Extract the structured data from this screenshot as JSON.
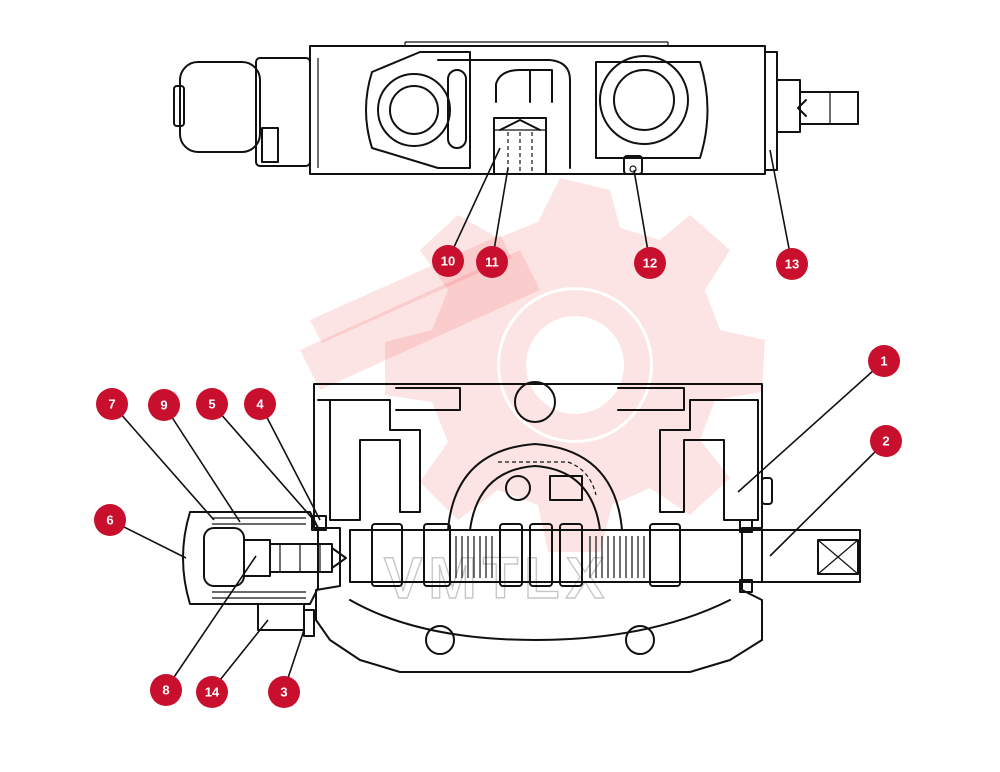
{
  "callouts": [
    {
      "id": "1",
      "label": "1"
    },
    {
      "id": "2",
      "label": "2"
    },
    {
      "id": "3",
      "label": "3"
    },
    {
      "id": "4",
      "label": "4"
    },
    {
      "id": "5",
      "label": "5"
    },
    {
      "id": "6",
      "label": "6"
    },
    {
      "id": "7",
      "label": "7"
    },
    {
      "id": "8",
      "label": "8"
    },
    {
      "id": "9",
      "label": "9"
    },
    {
      "id": "10",
      "label": "10"
    },
    {
      "id": "11",
      "label": "11"
    },
    {
      "id": "12",
      "label": "12"
    },
    {
      "id": "13",
      "label": "13"
    },
    {
      "id": "14",
      "label": "14"
    }
  ],
  "colors": {
    "callout_fill": "#c8102e",
    "callout_text": "#ffffff",
    "line_art": "#111111",
    "watermark": "#ef2b2b"
  }
}
